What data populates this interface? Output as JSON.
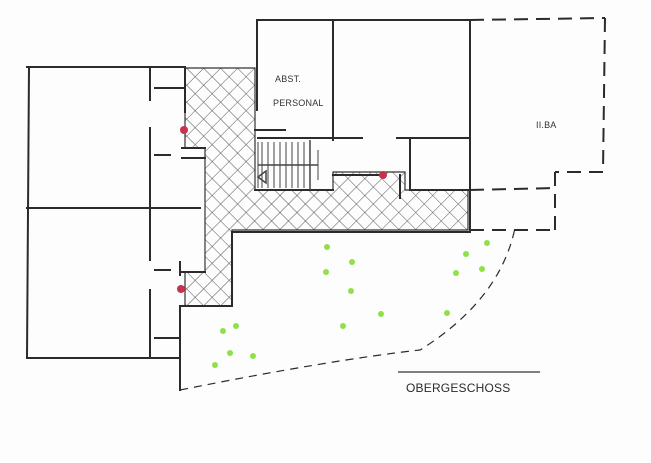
{
  "plan": {
    "title": "OBERGESCHOSS",
    "rooms": {
      "abst_line1": "ABST.",
      "abst_line2": "PERSONAL",
      "second_phase": "II.BA"
    }
  },
  "colors": {
    "wall": "#2b2b2b",
    "hatch": "#555555",
    "marker_red": "#c8324e",
    "tree_green": "#8fe04a"
  }
}
